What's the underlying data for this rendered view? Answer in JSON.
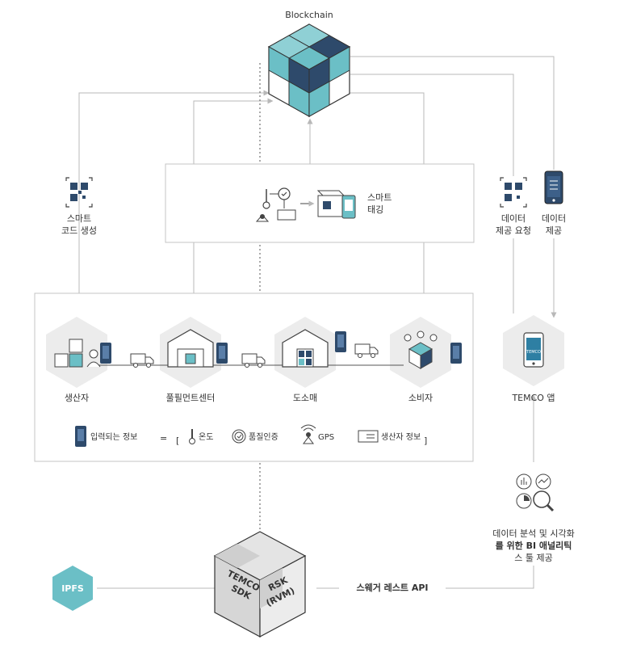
{
  "blockchain": {
    "title": "Blockchain"
  },
  "smart_code": {
    "line1": "스마트",
    "line2": "코드 생성"
  },
  "smart_tagging": {
    "line1": "스마트",
    "line2": "태깅"
  },
  "data_request": {
    "line1": "데이터",
    "line2": "제공 요청"
  },
  "data_provide": {
    "line1": "데이터",
    "line2": "제공"
  },
  "supply_chain": {
    "stages": [
      "생산자",
      "풀필먼트센터",
      "도소매",
      "소비자"
    ],
    "legend": {
      "input_info": "입력되는 정보",
      "equals": "=",
      "temperature": "온도",
      "quality": "품질인증",
      "gps": "GPS",
      "producer_info": "생산자 정보"
    }
  },
  "temco_app": {
    "label": "TEMCO 앱",
    "screen_text": "TEMCO"
  },
  "bi_tools": {
    "line1": "데이터 분석 및 시각화",
    "line2": "를 위한 BI 애널리틱",
    "line3": "스 툴 제공"
  },
  "sdk_cube": {
    "left_line1": "TEMCO",
    "left_line2": "SDK",
    "right_line1": "RSK",
    "right_line2": "(RVM)"
  },
  "ipfs": {
    "label": "IPFS"
  },
  "swagger": {
    "label": "스웨거 레스트 API"
  },
  "colors": {
    "navy": "#2e4a6b",
    "teal": "#6bbfc6",
    "line": "#b8b8b8",
    "hex": "#ececec"
  }
}
